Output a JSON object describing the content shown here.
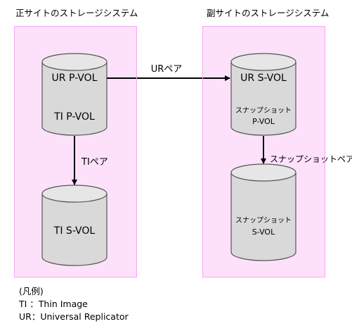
{
  "primary_site": {
    "title": "正サイトのストレージシステム",
    "vol_top": {
      "line1": "UR P-VOL",
      "line2": "TI P-VOL"
    },
    "vol_bottom": "TI S-VOL"
  },
  "secondary_site": {
    "title": "副サイトのストレージシステム",
    "vol_top": {
      "line1": "UR S-VOL",
      "line2": "スナップショット",
      "line3": "P-VOL"
    },
    "vol_bottom": {
      "line1": "スナップショット",
      "line2": "S-VOL"
    }
  },
  "arrows": {
    "ur_pair": "URペア",
    "ti_pair": "TIペア",
    "snapshot_pair": "スナップショットペア"
  },
  "legend": {
    "title": "(凡例)",
    "items": [
      "TI ：Thin Image",
      "UR：Universal Replicator"
    ]
  },
  "colors": {
    "site_fill": "#fde1fb",
    "site_border": "#f4a9ef",
    "cylinder_fill": "#d9d9d9",
    "cylinder_stroke": "#555555",
    "arrow": "#000000"
  }
}
